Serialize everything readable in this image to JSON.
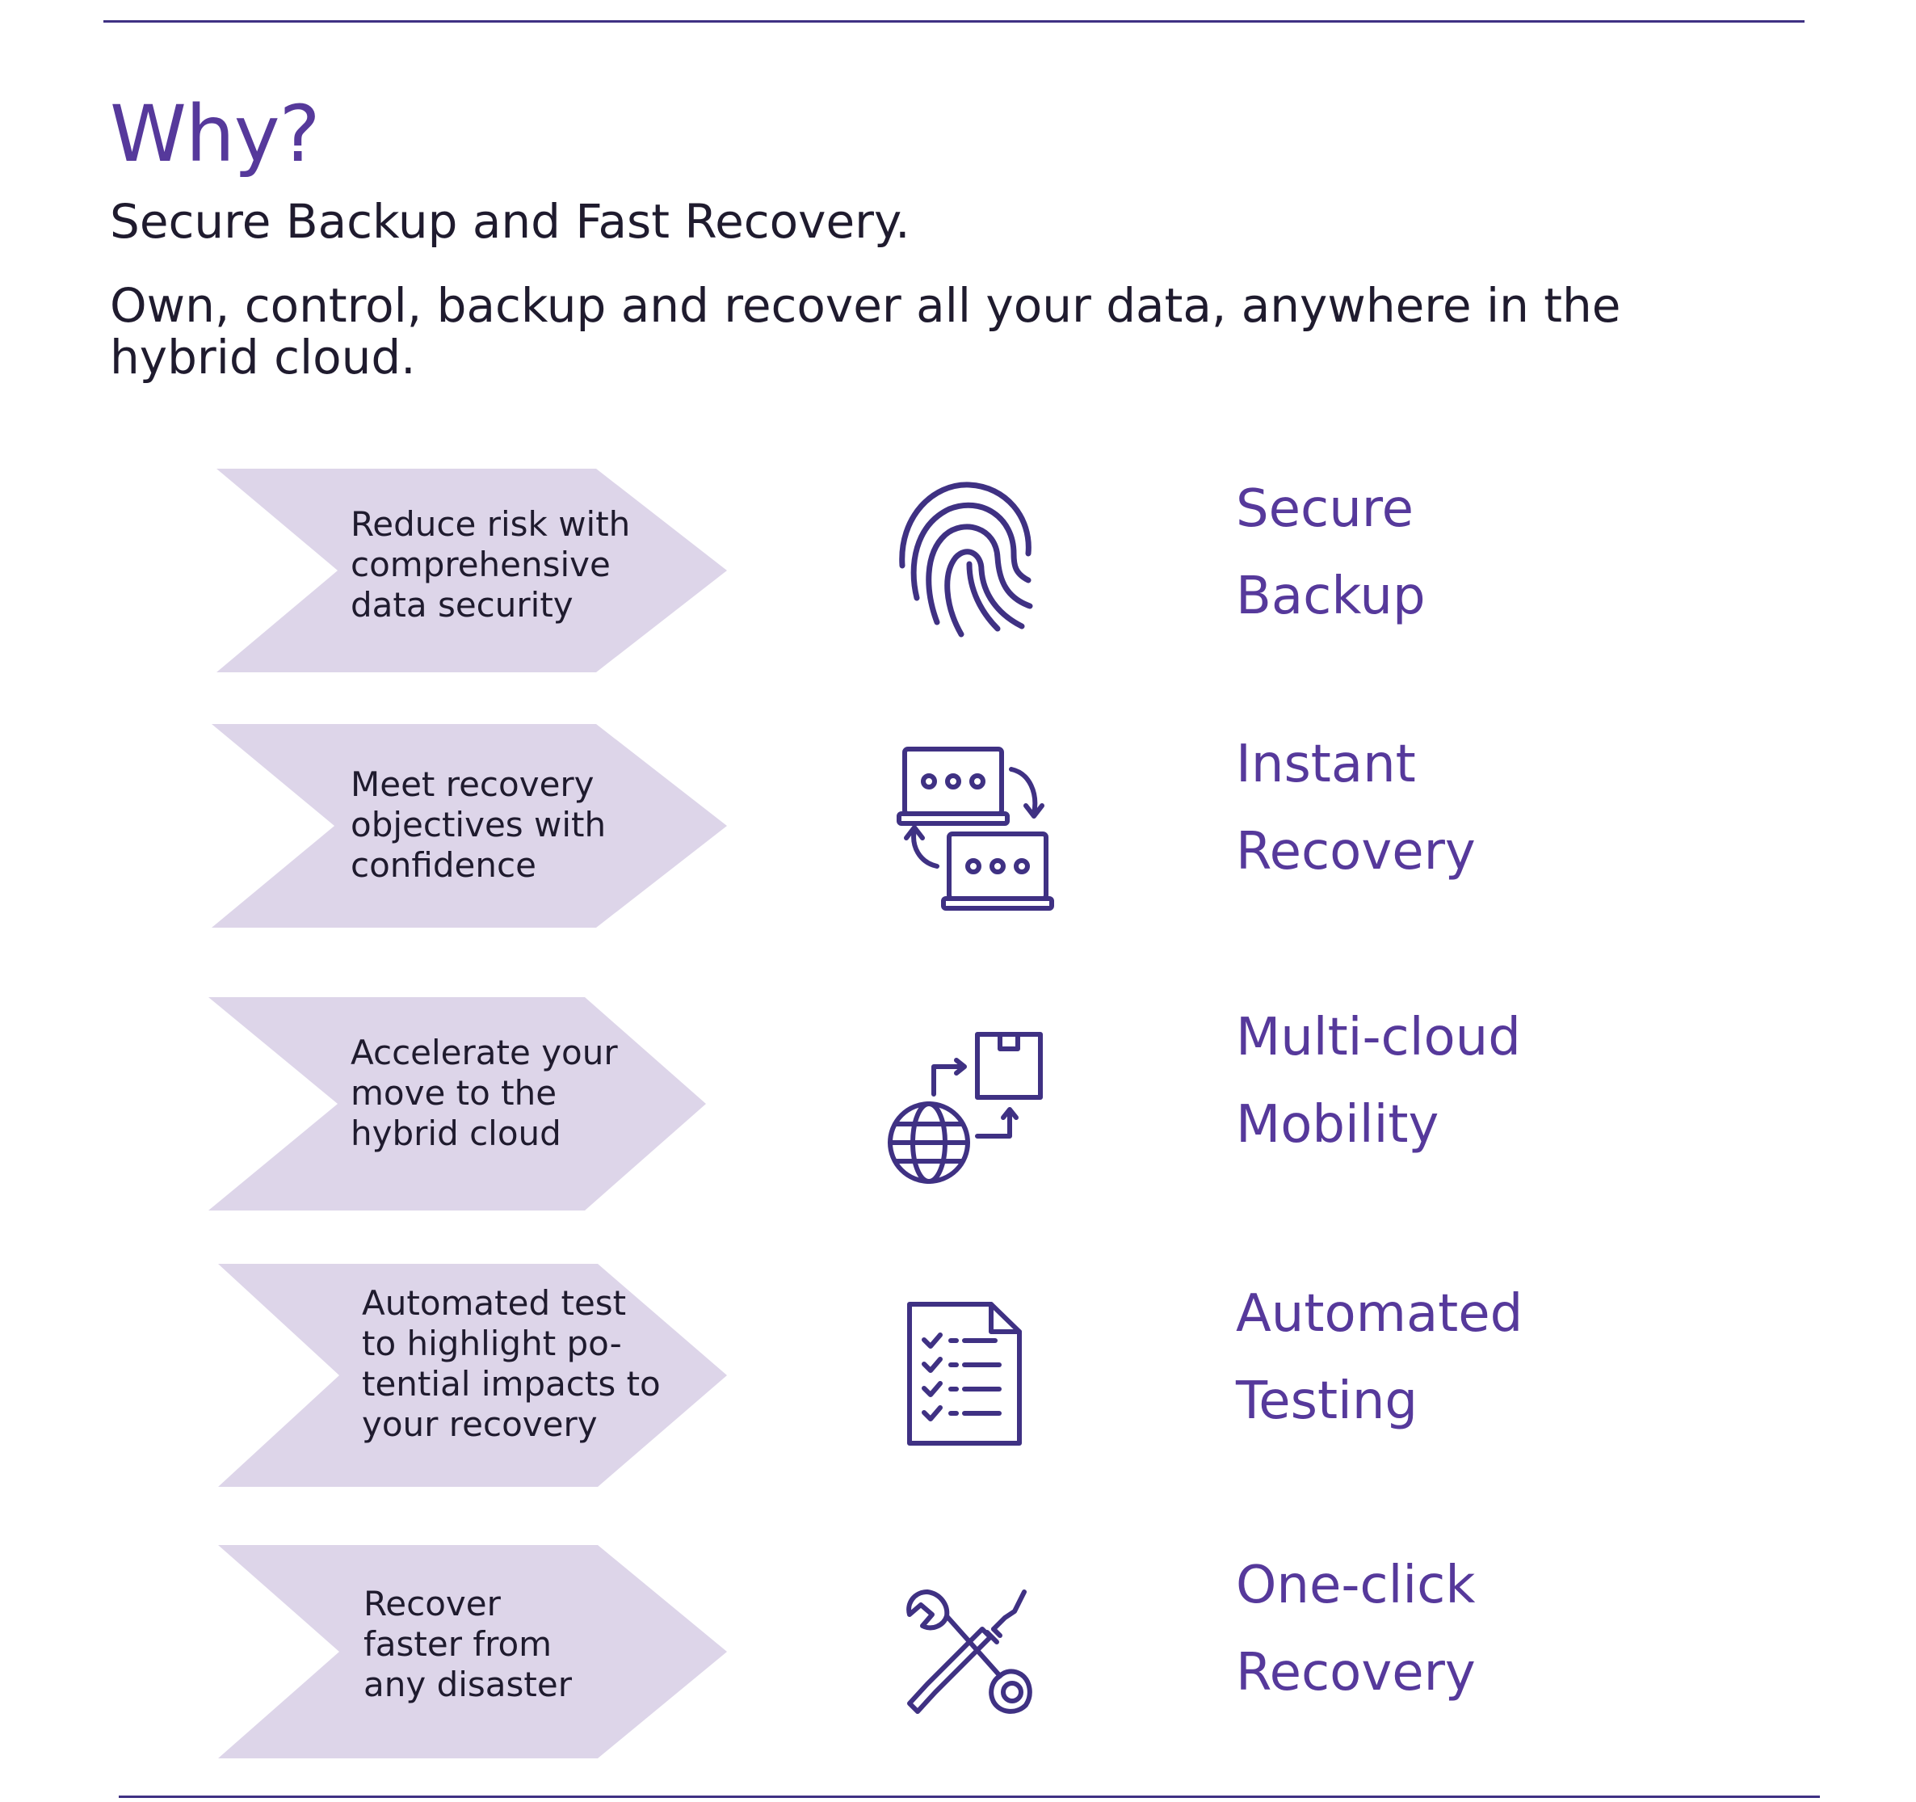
{
  "header": {
    "heading": "Why?",
    "subtitle": "Secure Backup and Fast Recovery.",
    "description": "Own, control, backup and recover all your data, anywhere in the hybrid cloud."
  },
  "colors": {
    "accent": "#56399b",
    "rule": "#3f3183",
    "chevron_fill": "#ddd5e9",
    "body_text": "#1f1b2e"
  },
  "features": [
    {
      "benefit_lines": [
        "Reduce risk with",
        "comprehensive",
        "data security"
      ],
      "icon": "fingerprint-icon",
      "title_lines": [
        "Secure",
        "Backup"
      ]
    },
    {
      "benefit_lines": [
        "Meet recovery",
        "objectives with",
        "confidence"
      ],
      "icon": "laptop-sync-icon",
      "title_lines": [
        "Instant",
        "Recovery"
      ]
    },
    {
      "benefit_lines": [
        "Accelerate your",
        "move to the",
        "hybrid cloud"
      ],
      "icon": "globe-box-transfer-icon",
      "title_lines": [
        "Multi-cloud",
        "Mobility"
      ]
    },
    {
      "benefit_lines": [
        "Automated test",
        "to highlight po-",
        "tential impacts to",
        "your recovery"
      ],
      "icon": "checklist-document-icon",
      "title_lines": [
        "Automated",
        "Testing"
      ]
    },
    {
      "benefit_lines": [
        "Recover",
        "faster from",
        "any disaster"
      ],
      "icon": "wrench-screwdriver-icon",
      "title_lines": [
        "One-click",
        "Recovery"
      ]
    }
  ]
}
